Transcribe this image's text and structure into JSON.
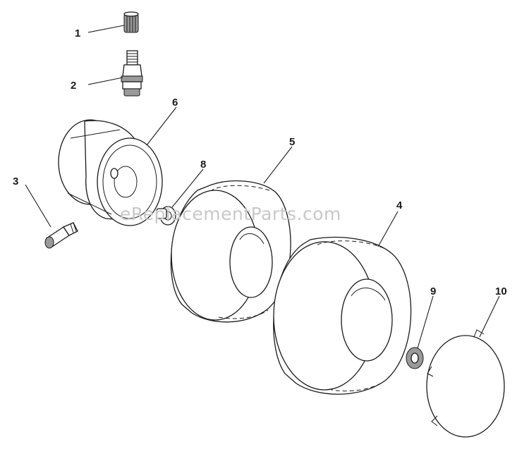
{
  "watermark": "eReplacementParts.com",
  "callouts": {
    "p1": "1",
    "p2": "2",
    "p3": "3",
    "p4": "4",
    "p5": "5",
    "p6": "6",
    "p8": "8",
    "p9": "9",
    "p10": "10"
  }
}
